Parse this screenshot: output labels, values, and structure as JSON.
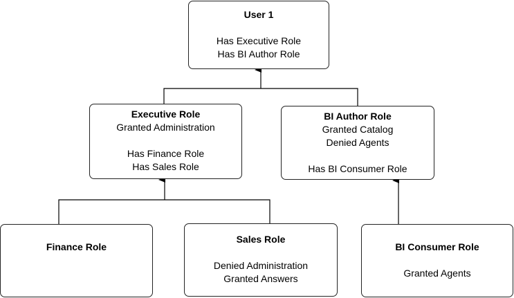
{
  "nodes": {
    "user1": {
      "title": "User 1",
      "lines": [
        "Has Executive Role",
        "Has BI Author Role"
      ]
    },
    "executive_role": {
      "title": "Executive Role",
      "lines": [
        "Granted Administration",
        "Has Finance Role",
        "Has Sales Role"
      ]
    },
    "bi_author_role": {
      "title": "BI Author Role",
      "lines": [
        "Granted Catalog",
        "Denied Agents",
        "Has BI Consumer Role"
      ]
    },
    "finance_role": {
      "title": "Finance Role",
      "lines": []
    },
    "sales_role": {
      "title": "Sales Role",
      "lines": [
        "Denied Administration",
        "Granted Answers"
      ]
    },
    "bi_consumer_role": {
      "title": "BI Consumer Role",
      "lines": [
        "Granted Agents"
      ]
    }
  },
  "colors": {
    "stroke": "#222222",
    "background": "#ffffff",
    "text": "#000000"
  }
}
